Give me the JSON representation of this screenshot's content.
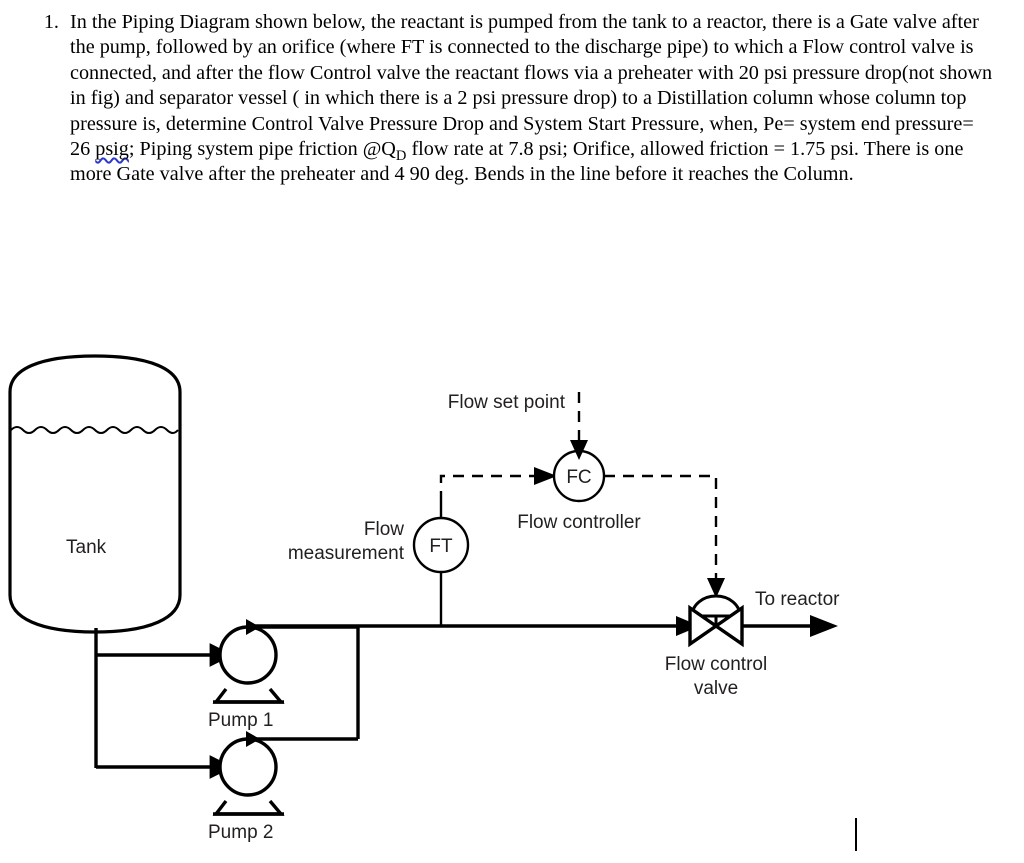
{
  "question": {
    "number": "1.",
    "text": "In the Piping Diagram shown below, the reactant is pumped from the tank to a reactor, there is a Gate valve after the pump, followed by an orifice (where FT is connected to the discharge pipe) to which a Flow control valve is connected, and after the flow Control valve the reactant flows via a preheater with 20 psi pressure drop(not shown in fig) and separator vessel ( in which there is a 2 psi pressure drop)  to a Distillation column whose column top pressure is,  determine Control Valve Pressure Drop and System Start Pressure, when, Pe= system end pressure= 26 ",
    "misspelled_word": "psig",
    "text_after": "; Piping system pipe friction @Q",
    "subscript": "D",
    "text_tail": " flow rate at  7.8 psi; Orifice, allowed friction = 1.75 psi. There is one more Gate valve after the preheater and 4 90 deg. Bends in the line before it reaches the Column."
  },
  "diagram": {
    "title": "Piping and instrumentation diagram",
    "labels": {
      "tank": "Tank",
      "pump1": "Pump 1",
      "pump2": "Pump 2",
      "flow_measurement_line1": "Flow",
      "flow_measurement_line2": "measurement",
      "ft_tag": "FT",
      "fc_tag": "FC",
      "flow_set_point": "Flow set point",
      "flow_controller": "Flow controller",
      "flow_control_valve_line1": "Flow control",
      "flow_control_valve_line2": "valve",
      "to_reactor": "To reactor"
    },
    "colors": {
      "line": "#000000",
      "label_text": "#231f20",
      "background": "#ffffff",
      "spellcheck_underline": "#2d39c8"
    }
  }
}
